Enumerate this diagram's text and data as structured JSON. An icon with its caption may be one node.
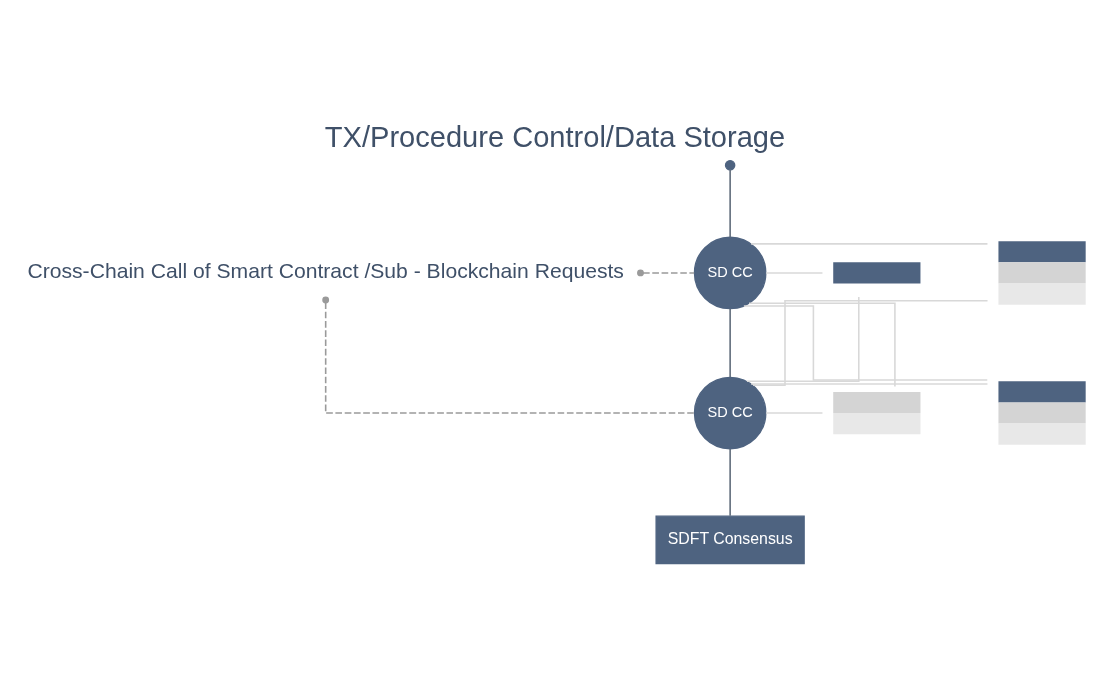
{
  "diagram": {
    "title": "TX/Procedure Control/Data Storage",
    "nodes": [
      {
        "text": [
          "Cross-Chain Call of Smart Contract /Sub - Blockchain Requests"
        ]
      },
      {
        "text": [],
        "shape": "circle"
      },
      {
        "text": [
          "SD CC"
        ]
      },
      {
        "text": [
          "SD CC"
        ]
      },
      {
        "text": [
          "SDFT Consensus"
        ]
      },
      {
        "text": [],
        "shape": "bar"
      },
      {
        "text": [],
        "shape": "bar"
      },
      {
        "text": [],
        "shape": "bar"
      },
      {
        "text": [],
        "shape": "bar"
      }
    ],
    "edges": [
      {
        "from": 1,
        "to": 2,
        "arrow": "none",
        "color": "#5f6b7a"
      },
      {
        "from": 2,
        "to": 3,
        "arrow": "none",
        "color": "#5f6b7a"
      },
      {
        "from": 3,
        "to": 4,
        "arrow": "none",
        "color": "#5f6b7a"
      },
      {
        "from": 0,
        "to": 2,
        "arrow": "other",
        "style": "dashed",
        "color": "#9a9a9a"
      },
      {
        "from": 0,
        "to": 3,
        "arrow": "other",
        "style": "dashed",
        "color": "#9a9a9a"
      },
      {
        "from": 2,
        "to": 5,
        "arrow": "none"
      },
      {
        "from": 2,
        "to": 6,
        "arrow": "none"
      },
      {
        "from": 2,
        "to": 7,
        "arrow": "none"
      },
      {
        "from": 2,
        "to": 8,
        "arrow": "none"
      },
      {
        "from": 3,
        "to": 5,
        "arrow": "none"
      },
      {
        "from": 3,
        "to": 6,
        "arrow": "none"
      },
      {
        "from": 3,
        "to": 7,
        "arrow": "none"
      },
      {
        "from": 3,
        "to": 8,
        "arrow": "none"
      }
    ]
  }
}
